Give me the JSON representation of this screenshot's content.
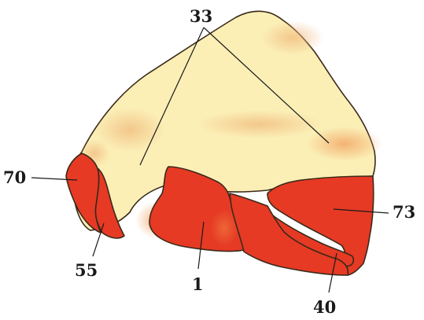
{
  "figure": {
    "colors": {
      "unaffected_region": "#fbefb6",
      "affected_region": "#e63a24",
      "shading_region": "#f2c28a",
      "outline": "#3a2a1a",
      "label_text": "#1a1a1a"
    },
    "callouts": [
      {
        "id": "label-33",
        "text": "33",
        "points_to": "two regions of the pale upper surface"
      },
      {
        "id": "label-70",
        "text": "70",
        "points_to": "far-left red region"
      },
      {
        "id": "label-55",
        "text": "55",
        "points_to": "narrow red strip bottom-left"
      },
      {
        "id": "label-1",
        "text": "1",
        "points_to": "central red region"
      },
      {
        "id": "label-40",
        "text": "40",
        "points_to": "elongated loop bottom-right"
      },
      {
        "id": "label-73",
        "text": "73",
        "points_to": "large red region right"
      }
    ]
  }
}
